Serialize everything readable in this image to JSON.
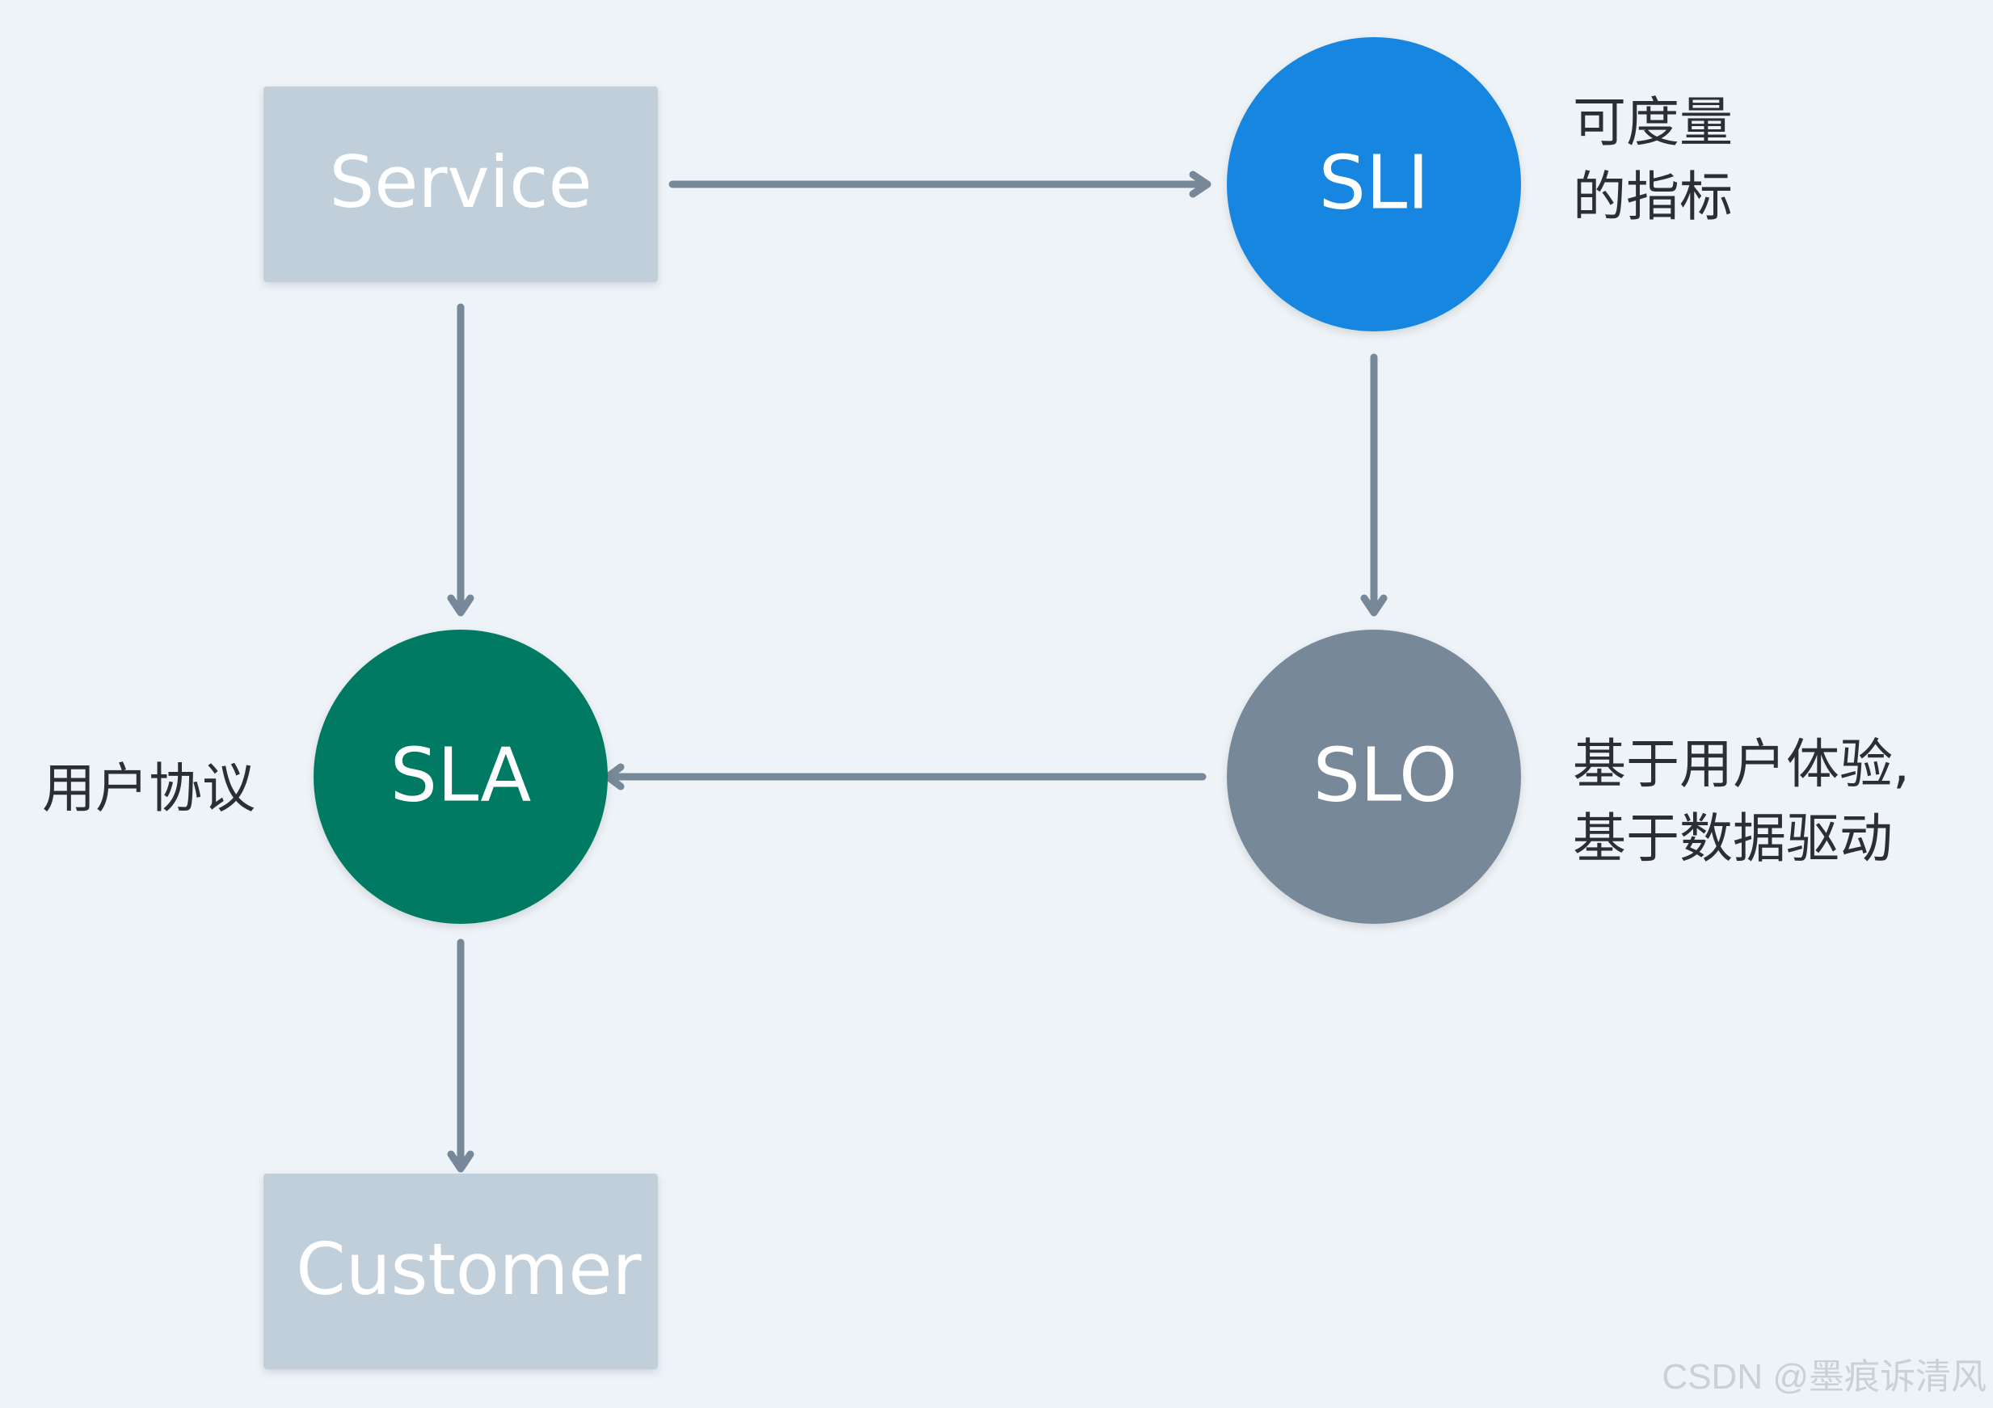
{
  "diagram": {
    "nodes": {
      "service": {
        "label": "Service",
        "color": "#c1cfda"
      },
      "customer": {
        "label": "Customer",
        "color": "#c1cfda"
      },
      "sli": {
        "label": "SLI",
        "color": "#1286e0"
      },
      "slo": {
        "label": "SLO",
        "color": "#778999"
      },
      "sla": {
        "label": "SLA",
        "color": "#067a64"
      }
    },
    "notes": {
      "sli_line1": "可度量",
      "sli_line2": "的指标",
      "slo_line1": "基于用户体验,",
      "slo_line2": "基于数据驱动",
      "sla": "用户协议"
    },
    "edges": [
      {
        "from": "Service",
        "to": "SLI"
      },
      {
        "from": "Service",
        "to": "SLA"
      },
      {
        "from": "SLI",
        "to": "SLO"
      },
      {
        "from": "SLO",
        "to": "SLA"
      },
      {
        "from": "SLA",
        "to": "Customer"
      }
    ],
    "edge_color": "#778999"
  },
  "watermark": "CSDN @墨痕诉清风"
}
